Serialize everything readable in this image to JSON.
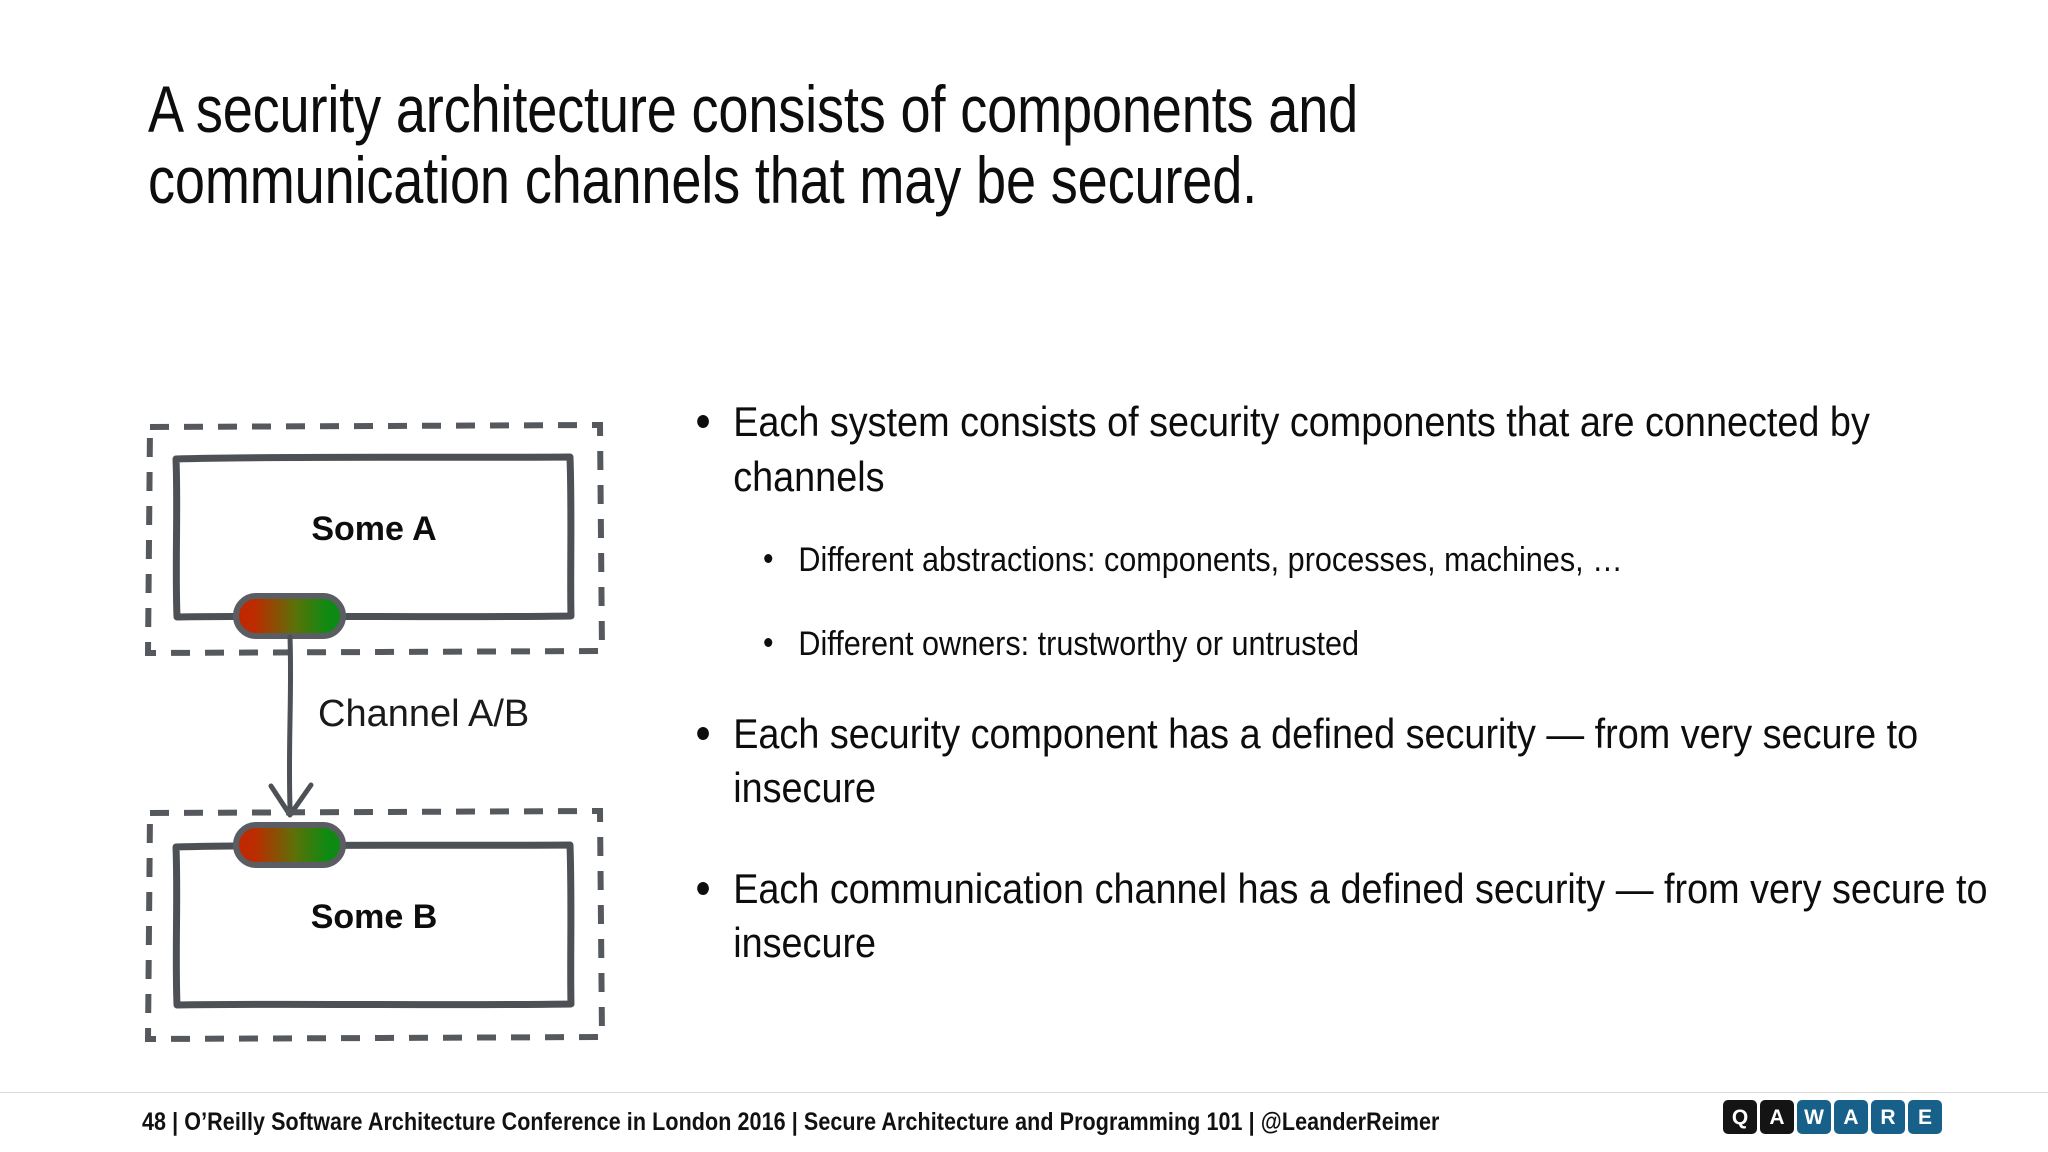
{
  "slide": {
    "title": "A security architecture consists of components and communication channels that may be secured."
  },
  "diagram": {
    "system_a": {
      "label": "Some A",
      "boundary": "dashed-trust-boundary",
      "port": "security-component-port"
    },
    "system_b": {
      "label": "Some B",
      "boundary": "dashed-trust-boundary",
      "port": "security-component-port"
    },
    "channel": {
      "label": "Channel A/B",
      "direction": "a-to-b"
    },
    "colors": {
      "box_stroke": "#4d5155",
      "boundary_stroke": "#55595d",
      "port_insecure": "#bb2200",
      "port_secure": "#118811",
      "port_outline": "#5a5e62"
    }
  },
  "bullets": [
    {
      "text": "Each system consists of security components that are connected by channels",
      "sub": [
        {
          "text": "Different abstractions: components, processes, machines, …"
        },
        {
          "text": "Different owners: trustworthy or untrusted"
        }
      ]
    },
    {
      "text": "Each security component has a defined security — from very secure to insecure",
      "sub": []
    },
    {
      "text": "Each communication channel has a defined security — from very secure to insecure",
      "sub": []
    }
  ],
  "footer": {
    "text": "48 | O’Reilly Software Architecture Conference in London 2016 | Secure Architecture and Programming 101 | @LeanderReimer",
    "page_number": "48",
    "logo": {
      "tiles": [
        {
          "letter": "Q",
          "style": "dark"
        },
        {
          "letter": "A",
          "style": "dark"
        },
        {
          "letter": "W",
          "style": "blue"
        },
        {
          "letter": "A",
          "style": "blue"
        },
        {
          "letter": "R",
          "style": "blue"
        },
        {
          "letter": "E",
          "style": "blue"
        }
      ],
      "brand_blue": "#17608a",
      "brand_dark": "#141414"
    }
  }
}
